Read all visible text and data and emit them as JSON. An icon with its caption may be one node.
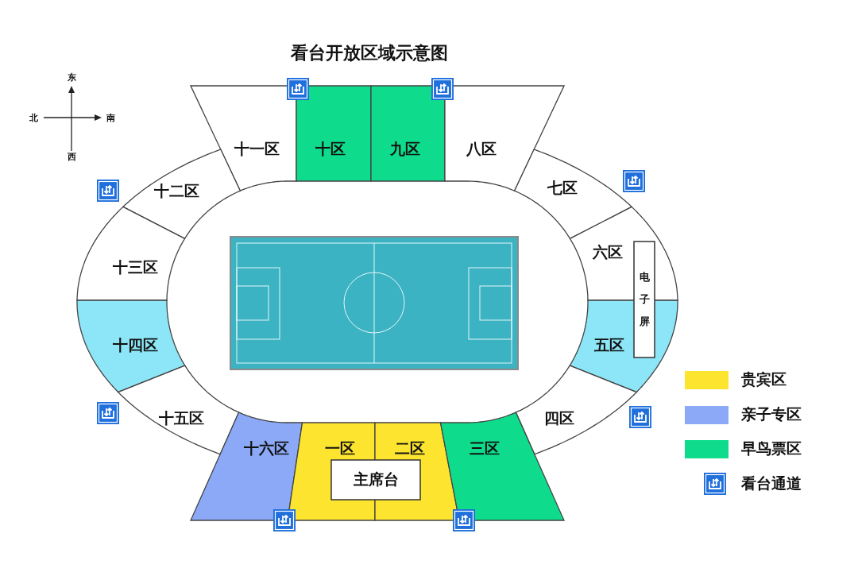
{
  "diagram": {
    "title": "看台开放区域示意图",
    "nodes": [
      {
        "text": [
          "十一区"
        ]
      },
      {
        "text": [
          "十区"
        ]
      },
      {
        "text": [
          "九区"
        ]
      },
      {
        "text": [
          "八区"
        ]
      },
      {
        "text": [
          "十二区"
        ]
      },
      {
        "text": [
          "七区"
        ]
      },
      {
        "text": [
          "十三区"
        ]
      },
      {
        "text": [
          "六区"
        ]
      },
      {
        "text": [
          "电子屏"
        ]
      },
      {
        "text": [
          "十四区"
        ]
      },
      {
        "text": [
          "五区"
        ]
      },
      {
        "text": [
          "十五区"
        ]
      },
      {
        "text": [
          "四区"
        ]
      },
      {
        "text": [
          "十六区"
        ]
      },
      {
        "text": [
          "一区"
        ]
      },
      {
        "text": [
          "二区"
        ]
      },
      {
        "text": [
          "三区"
        ]
      },
      {
        "text": [
          "主席台"
        ]
      }
    ],
    "edges": [],
    "labels": [
      "东",
      "北",
      "南",
      "西"
    ],
    "legend": [
      {
        "text": "贵宾区",
        "color": "#fde42f"
      },
      {
        "text": "亲子专区",
        "color": "#8ba9f7"
      },
      {
        "text": "早鸟票区",
        "color": "#0edc8c"
      },
      {
        "text": "看台通道"
      }
    ]
  }
}
